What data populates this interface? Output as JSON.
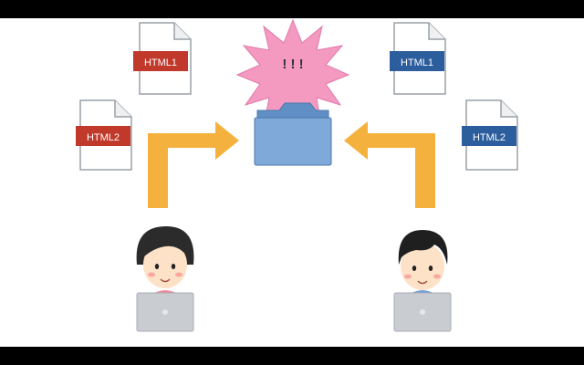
{
  "burst": {
    "text": "! ! !",
    "color": "#f49ac1"
  },
  "files": {
    "left_top": {
      "label": "HTML1",
      "color": "#c0392b"
    },
    "left_bottom": {
      "label": "HTML2",
      "color": "#c0392b"
    },
    "right_top": {
      "label": "HTML1",
      "color": "#2c5d9c"
    },
    "right_bottom": {
      "label": "HTML2",
      "color": "#2c5d9c"
    }
  },
  "folder": {
    "icon": "folder-icon",
    "color": "#7ea9d8"
  },
  "arrows": {
    "color": "#f5b13d"
  },
  "people": {
    "left": {
      "icon": "woman-with-laptop",
      "shirt": "#f08a9a"
    },
    "right": {
      "icon": "man-with-laptop",
      "shirt": "#6f9fd8"
    }
  }
}
